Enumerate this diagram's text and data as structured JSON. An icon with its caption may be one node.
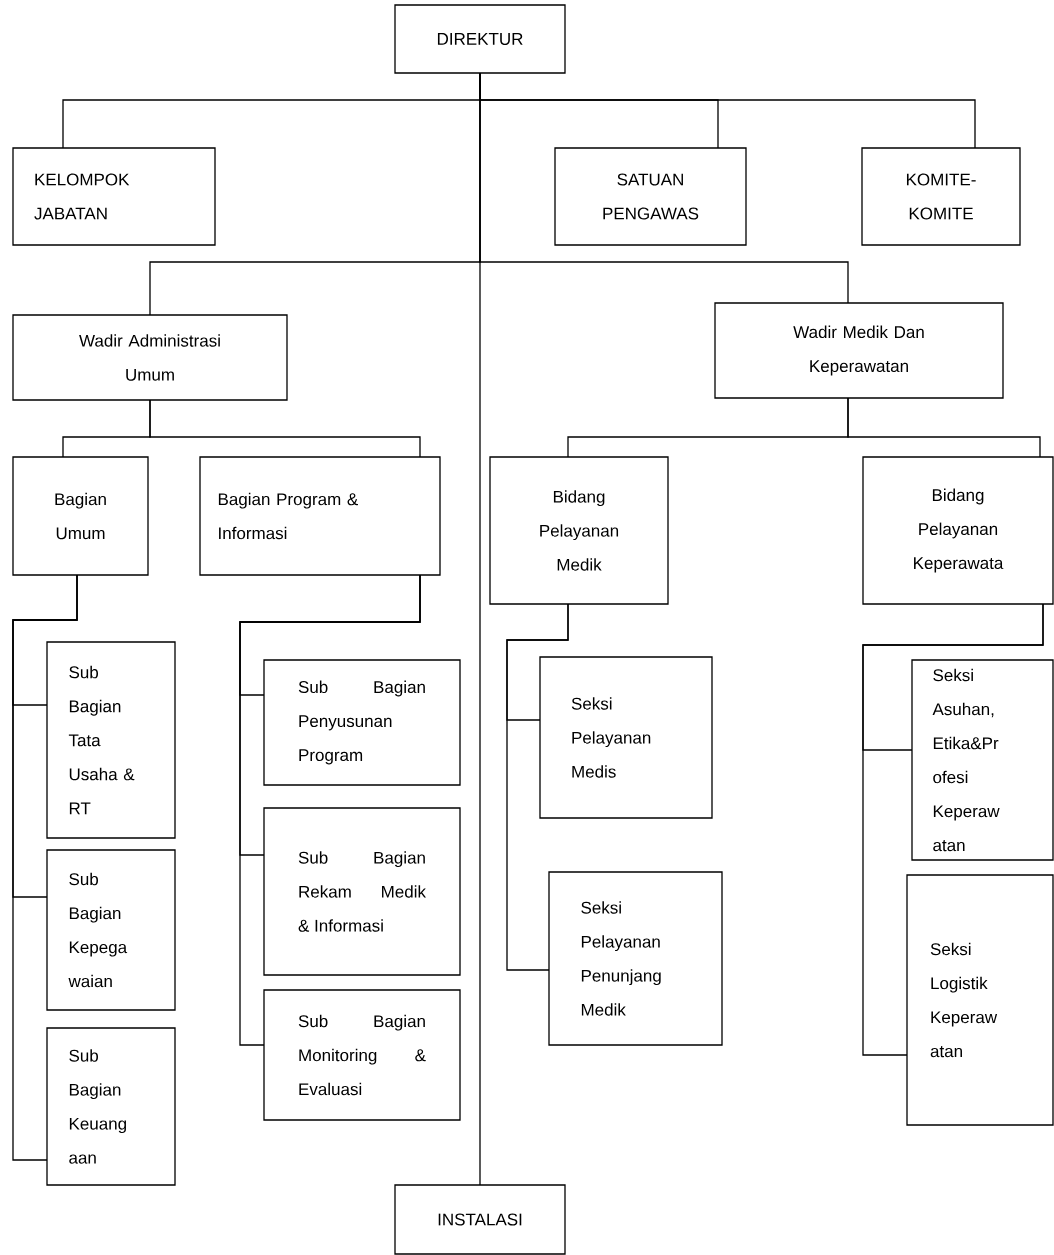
{
  "diagram": {
    "nodes": [
      {
        "text": [
          "DIREKTUR"
        ]
      },
      {
        "text": [
          "KELOMPOK JABATAN"
        ]
      },
      {
        "text": [
          "SATUAN PENGAWAS"
        ]
      },
      {
        "text": [
          "KOMITE-KOMITE"
        ]
      },
      {
        "text": [
          "Wadir Administrasi Umum"
        ]
      },
      {
        "text": [
          "Wadir Medik Dan Keperawatan"
        ]
      },
      {
        "text": [
          "Bagian Umum"
        ]
      },
      {
        "text": [
          "Bagian Program & Informasi"
        ]
      },
      {
        "text": [
          "Bidang Pelayanan Medik"
        ]
      },
      {
        "text": [
          "Bidang Pelayanan Keperawata"
        ]
      },
      {
        "text": [
          "Sub Bagian Tata Usaha & RT"
        ]
      },
      {
        "text": [
          "Sub Bagian Kepega waian"
        ]
      },
      {
        "text": [
          "Sub Bagian Keuang aan"
        ]
      },
      {
        "text": [
          "Sub Bagian Penyusunan Program"
        ]
      },
      {
        "text": [
          "Sub Bagian Rekam Medik & Informasi"
        ]
      },
      {
        "text": [
          "Sub Bagian Monitoring & Evaluasi"
        ]
      },
      {
        "text": [
          "Seksi Pelayanan Medis"
        ]
      },
      {
        "text": [
          "Seksi Pelayanan Penunjang Medik"
        ]
      },
      {
        "text": [
          "Seksi Asuhan, Etika&Pr ofesi Keperaw atan"
        ]
      },
      {
        "text": [
          "Seksi Logistik Keperaw atan"
        ]
      },
      {
        "text": [
          "INSTALASI"
        ]
      }
    ],
    "edges": [
      {
        "from": 0,
        "to": 1,
        "arrow": "none"
      },
      {
        "from": 0,
        "to": 2,
        "arrow": "none"
      },
      {
        "from": 0,
        "to": 3,
        "arrow": "none"
      },
      {
        "from": 0,
        "to": 4,
        "arrow": "none"
      },
      {
        "from": 0,
        "to": 5,
        "arrow": "none"
      },
      {
        "from": 4,
        "to": 6,
        "arrow": "none"
      },
      {
        "from": 4,
        "to": 7,
        "arrow": "none"
      },
      {
        "from": 5,
        "to": 8,
        "arrow": "none"
      },
      {
        "from": 5,
        "to": 9,
        "arrow": "none"
      },
      {
        "from": 6,
        "to": 10,
        "arrow": "none"
      },
      {
        "from": 6,
        "to": 11,
        "arrow": "none"
      },
      {
        "from": 6,
        "to": 12,
        "arrow": "none"
      },
      {
        "from": 7,
        "to": 13,
        "arrow": "none"
      },
      {
        "from": 7,
        "to": 14,
        "arrow": "none"
      },
      {
        "from": 7,
        "to": 15,
        "arrow": "none"
      },
      {
        "from": 8,
        "to": 16,
        "arrow": "none"
      },
      {
        "from": 8,
        "to": 17,
        "arrow": "none"
      },
      {
        "from": 9,
        "to": 18,
        "arrow": "none"
      },
      {
        "from": 9,
        "to": 19,
        "arrow": "none"
      },
      {
        "from": 0,
        "to": 20,
        "arrow": "none"
      }
    ]
  }
}
